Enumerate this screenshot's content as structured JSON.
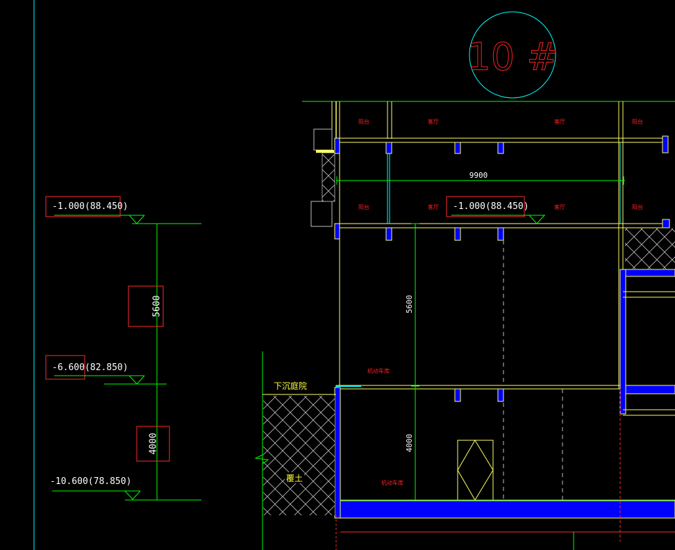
{
  "title": {
    "text": "10 #"
  },
  "colors": {
    "background": "#000000",
    "dimension": "#00ff00",
    "wall": "#ffff66",
    "slab_fill": "#0000ff",
    "marker_box": "#ff2a2a",
    "circle": "#00ffff",
    "title": "#ff2020",
    "axis_line": "#00ffff"
  },
  "levels": [
    {
      "label": "-1.000(88.450)"
    },
    {
      "label": "-6.600(82.850)"
    },
    {
      "label": "-10.600(78.850)"
    }
  ],
  "left_dims": [
    {
      "value": "5600"
    },
    {
      "value": "4000"
    }
  ],
  "section": {
    "span_dim": "9900",
    "level_mark": "-1.000(88.450)",
    "height_dims": [
      {
        "value": "5600"
      },
      {
        "value": "4000"
      }
    ],
    "sunken_court_label": "下沉庭院",
    "fill_label": "覆土",
    "room_labels_top": [
      "阳台",
      "客厅",
      "客厅",
      "阳台"
    ],
    "room_labels_mid": [
      "阳台",
      "客厅",
      "客厅",
      "阳台"
    ],
    "parking_labels": [
      "机动车库",
      "机动车库"
    ]
  }
}
